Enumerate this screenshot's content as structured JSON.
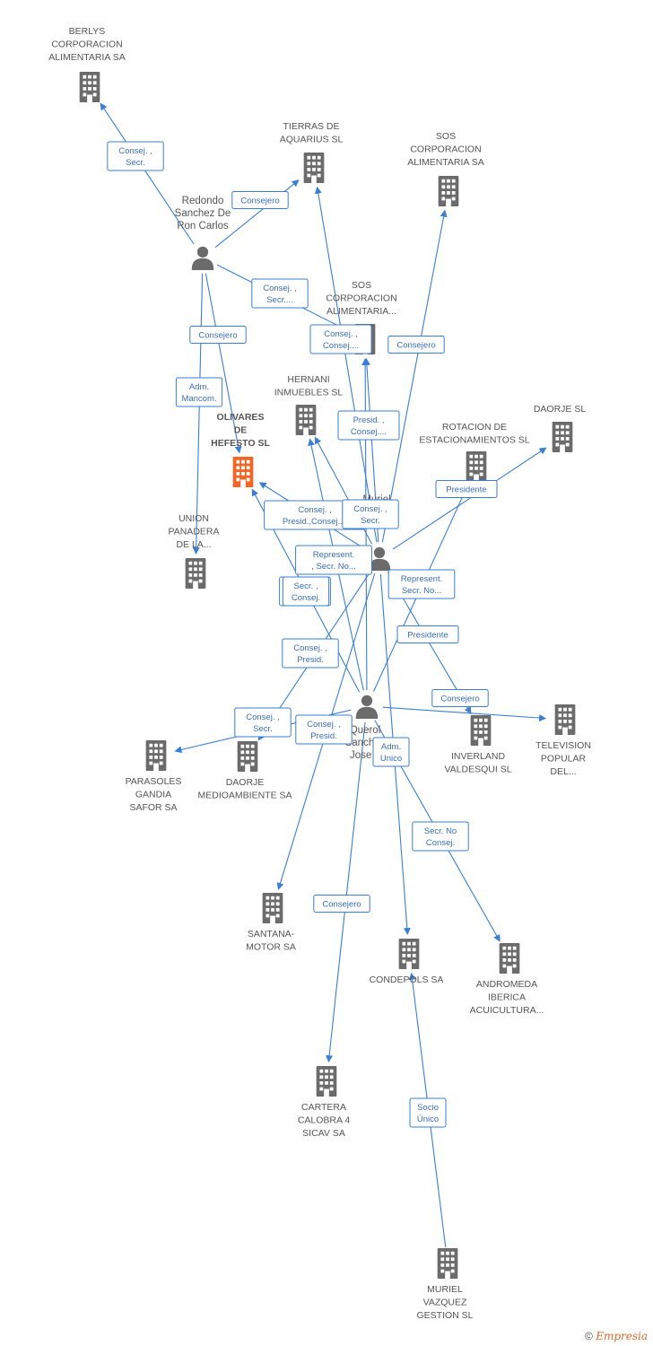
{
  "colors": {
    "edge": "#3a7fd5",
    "building": "#6b6b6b",
    "focus_building": "#f26522",
    "person": "#6b6b6b",
    "text": "#555555"
  },
  "footer": {
    "copyright": "©",
    "brand": "Empresia"
  },
  "nodes": [
    {
      "id": "berlys",
      "type": "company",
      "lines": [
        "BERLYS",
        "CORPORACION",
        "ALIMENTARIA SA"
      ]
    },
    {
      "id": "tierras",
      "type": "company",
      "lines": [
        "TIERRAS DE",
        "AQUARIUS SL"
      ]
    },
    {
      "id": "sos1",
      "type": "company",
      "lines": [
        "SOS",
        "CORPORACION",
        "ALIMENTARIA SA"
      ]
    },
    {
      "id": "sos2",
      "type": "company",
      "lines": [
        "SOS",
        "CORPORACION",
        "ALIMENTARIA..."
      ]
    },
    {
      "id": "hernani",
      "type": "company",
      "lines": [
        "HERNANI",
        "INMUEBLES SL"
      ]
    },
    {
      "id": "olivares",
      "type": "focus",
      "lines": [
        "OLIVARES",
        "DE",
        "HEFESTO SL"
      ]
    },
    {
      "id": "rotacion",
      "type": "company",
      "lines": [
        "ROTACION DE",
        "ESTACIONAMIENTOS SL"
      ]
    },
    {
      "id": "daorjesl",
      "type": "company",
      "lines": [
        "DAORJE SL"
      ]
    },
    {
      "id": "union",
      "type": "company",
      "lines": [
        "UNION",
        "PANADERA",
        "DE LA..."
      ]
    },
    {
      "id": "parasoles",
      "type": "company",
      "lines": [
        "PARASOLES",
        "GANDIA",
        "SAFOR SA"
      ]
    },
    {
      "id": "daorjemed",
      "type": "company",
      "lines": [
        "DAORJE",
        "MEDIOAMBIENTE SA"
      ]
    },
    {
      "id": "inverland",
      "type": "company",
      "lines": [
        "INVERLAND",
        "VALDESQUI SL"
      ]
    },
    {
      "id": "television",
      "type": "company",
      "lines": [
        "TELEVISION",
        "POPULAR",
        "DEL..."
      ]
    },
    {
      "id": "santana",
      "type": "company",
      "lines": [
        "SANTANA-",
        "MOTOR SA"
      ]
    },
    {
      "id": "condepols",
      "type": "company",
      "lines": [
        "CONDEPOLS SA"
      ]
    },
    {
      "id": "andromeda",
      "type": "company",
      "lines": [
        "ANDROMEDA",
        "IBERICA",
        "ACUICULTURA..."
      ]
    },
    {
      "id": "cartera",
      "type": "company",
      "lines": [
        "CARTERA",
        "CALOBRA 4",
        "SICAV SA"
      ]
    },
    {
      "id": "muriel_gestion",
      "type": "company",
      "lines": [
        "MURIEL",
        "VAZQUEZ",
        "GESTION  SL"
      ]
    },
    {
      "id": "redondo",
      "type": "person",
      "lines": [
        "Redondo",
        "Sanchez De",
        "Ron Carlos"
      ]
    },
    {
      "id": "muriel",
      "type": "person",
      "lines": [
        "Muriel",
        "Vazquez",
        "Jose..."
      ]
    },
    {
      "id": "querol",
      "type": "person",
      "lines": [
        "Querol",
        "Sanchez",
        "Jose..."
      ]
    }
  ],
  "edges": [
    {
      "from": "redondo",
      "to": "berlys",
      "label": [
        "Consej. ,",
        "Secr."
      ]
    },
    {
      "from": "redondo",
      "to": "tierras",
      "label": [
        "Consejero"
      ]
    },
    {
      "from": "redondo",
      "to": "sos2",
      "label": [
        "Consej. ,",
        "Secr...."
      ]
    },
    {
      "from": "redondo",
      "to": "olivares",
      "label": [
        "Consejero"
      ]
    },
    {
      "from": "redondo",
      "to": "union",
      "label": [
        "Adm.",
        "Mancom."
      ]
    },
    {
      "from": "muriel",
      "to": "tierras",
      "label": [
        "Consej. ,",
        "Consej...."
      ]
    },
    {
      "from": "muriel",
      "to": "sos1",
      "label": [
        "Consejero"
      ]
    },
    {
      "from": "muriel",
      "to": "sos2",
      "label": [
        "Presid. ,",
        "Consej...."
      ]
    },
    {
      "from": "muriel",
      "to": "olivares",
      "label": [
        "Consej. ,",
        "Presid.,Consej...."
      ]
    },
    {
      "from": "muriel",
      "to": "hernani",
      "label": [
        "Secr. No",
        "Consej."
      ]
    },
    {
      "from": "muriel",
      "to": "daorjesl",
      "label": [
        "Presidente"
      ]
    },
    {
      "from": "muriel",
      "to": "inverland",
      "label": [
        "Represent.",
        "Secr. No..."
      ]
    },
    {
      "from": "muriel",
      "to": "daorjemed",
      "label": [
        "Consej. ,",
        "Presid."
      ]
    },
    {
      "from": "muriel",
      "to": "santana",
      "label": [
        "Consej. ,",
        "Presid."
      ]
    },
    {
      "from": "muriel",
      "to": "condepols",
      "label": [
        "Adm.",
        "Unico"
      ]
    },
    {
      "from": "querol",
      "to": "olivares",
      "label": [
        "Secr. ,",
        "Consej."
      ]
    },
    {
      "from": "querol",
      "to": "hernani",
      "label": [
        "Represent.",
        ", Secr. No..."
      ]
    },
    {
      "from": "querol",
      "to": "rotacion",
      "label": [
        "Presidente"
      ]
    },
    {
      "from": "querol",
      "to": "sos2",
      "label": [
        "Consej. ,",
        "Secr."
      ]
    },
    {
      "from": "querol",
      "to": "parasoles",
      "label": [
        "Consej. ,",
        "Secr."
      ]
    },
    {
      "from": "querol",
      "to": "television",
      "label": [
        "Consejero"
      ]
    },
    {
      "from": "querol",
      "to": "andromeda",
      "label": [
        "Secr.  No",
        "Consej."
      ]
    },
    {
      "from": "querol",
      "to": "cartera",
      "label": [
        "Consejero"
      ]
    },
    {
      "from": "muriel_gestion",
      "to": "condepols",
      "label": [
        "Socio",
        "Único"
      ]
    }
  ]
}
